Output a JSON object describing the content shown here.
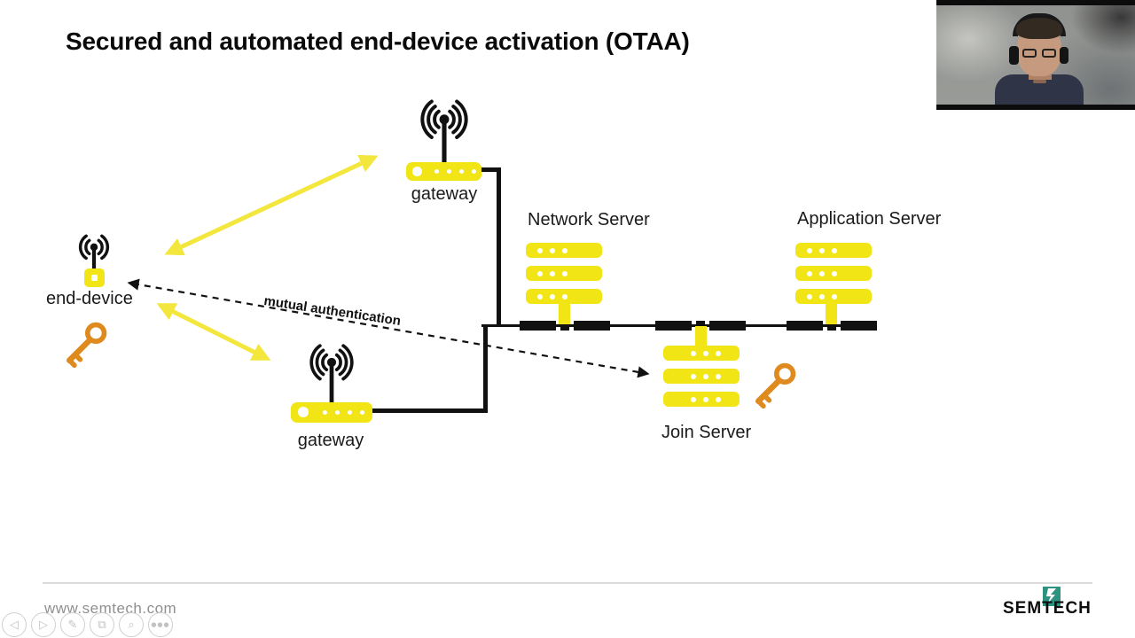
{
  "slide": {
    "title": "Secured and automated end-device activation (OTAA)",
    "nodes": {
      "gateway_top_label": "gateway",
      "gateway_bottom_label": "gateway",
      "end_device_label": "end-device",
      "network_server_label": "Network Server",
      "application_server_label": "Application Server",
      "join_server_label": "Join Server"
    },
    "annotations": {
      "mutual_authentication": "mutual authentication"
    },
    "colors": {
      "icon_yellow": "#F2E516",
      "arrow_yellow": "#F3E63C",
      "key_orange": "#DE8A1F",
      "connector_black": "#111111",
      "logo_teal": "#2E9280"
    }
  },
  "footer": {
    "website": "www.semtech.com",
    "logo_text": "SEMTECH"
  },
  "player_controls": [
    {
      "name": "previous",
      "glyph": "◁"
    },
    {
      "name": "next",
      "glyph": "▷"
    },
    {
      "name": "pen",
      "glyph": "✎"
    },
    {
      "name": "frames",
      "glyph": "⧉"
    },
    {
      "name": "zoom",
      "glyph": "⌕"
    },
    {
      "name": "more",
      "glyph": "●●●"
    }
  ]
}
